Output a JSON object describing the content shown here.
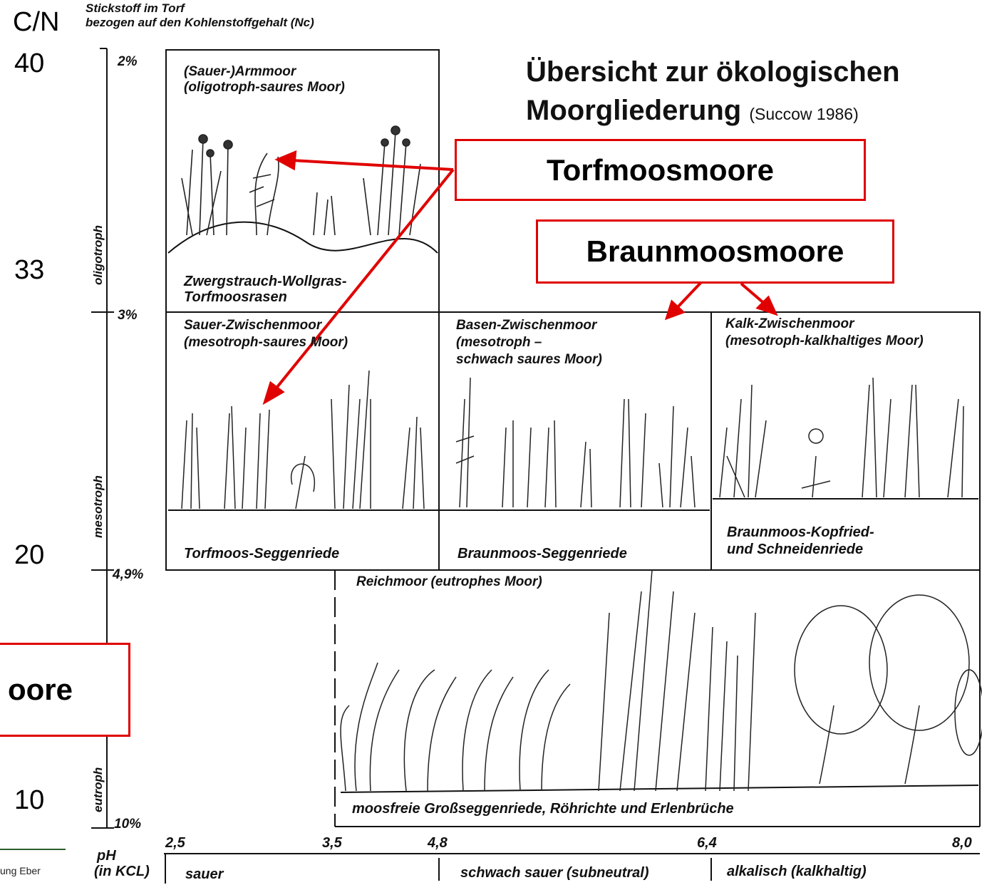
{
  "cn_axis": {
    "label": "C/N",
    "values": [
      "40",
      "33",
      "20",
      "10"
    ]
  },
  "y_axis": {
    "title_line1": "Stickstoff im Torf",
    "title_line2": "bezogen auf den Kohlenstoffgehalt (Nc)",
    "ticks": [
      "2%",
      "3%",
      "4,9%",
      "10%"
    ],
    "zones": [
      "oligotroph",
      "mesotroph",
      "eutroph"
    ]
  },
  "title": {
    "line1": "Übersicht zur ökologischen",
    "line2": "Moorgliederung",
    "source": "(Succow 1986)"
  },
  "cells": {
    "armmoor": {
      "title1": "(Sauer-)Armmoor",
      "title2": "(oligotroph-saures Moor)",
      "label1": "Zwergstrauch-Wollgras-",
      "label2": "Torfmoosrasen"
    },
    "sauer_zwischen": {
      "title1": "Sauer-Zwischenmoor",
      "title2": "(mesotroph-saures Moor)",
      "label1": "Torfmoos-Seggenriede"
    },
    "basen_zwischen": {
      "title1": "Basen-Zwischenmoor",
      "title2": "(mesotroph –",
      "title3": "schwach saures Moor)",
      "label1": "Braunmoos-Seggenriede"
    },
    "kalk_zwischen": {
      "title1": "Kalk-Zwischenmoor",
      "title2": "(mesotroph-kalkhaltiges Moor)",
      "label1": "Braunmoos-Kopfried-",
      "label2": "und Schneidenriede"
    },
    "reichmoor": {
      "title1": "Reichmoor (eutrophes Moor)",
      "label1": "moosfreie Großseggenriede, Röhrichte und Erlenbrüche"
    }
  },
  "callouts": {
    "torfmoos": "Torfmoosmoore",
    "braunmoos": "Braunmoosmoore",
    "left_partial": "oore"
  },
  "ph_axis": {
    "label_line1": "pH",
    "label_line2": "(in KCL)",
    "ticks": [
      "2,5",
      "3,5",
      "4,8",
      "6,4",
      "8,0"
    ],
    "ranges": [
      "sauer",
      "schwach sauer (subneutral)",
      "alkalisch (kalkhaltig)"
    ]
  },
  "footer": {
    "text": "ung Eber"
  },
  "colors": {
    "callout_border": "#e00000",
    "arrow": "#e00000",
    "ink": "#111111"
  }
}
